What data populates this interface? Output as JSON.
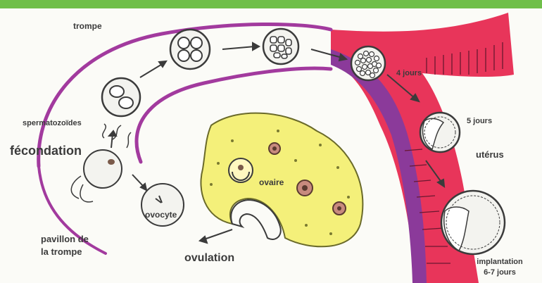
{
  "colors": {
    "top_band": "#6fbf4a",
    "tube_line": "#a23a9e",
    "uterus_pink": "#e8355a",
    "uterus_purple": "#8b3a9a",
    "ovary_fill": "#f4f07a",
    "ink": "#3b3b3b"
  },
  "labels": {
    "trompe": "trompe",
    "spermatozoides": "spermatozoïdes",
    "fecondation": "fécondation",
    "pavillon_line1": "pavillon de",
    "pavillon_line2": "la trompe",
    "ovulation": "ovulation",
    "ovaire": "ovaire",
    "ovocyte": "ovocyte",
    "stage_4": "4 jours",
    "stage_5": "5 jours",
    "uterus": "utérus",
    "implantation_line1": "implantation",
    "implantation_line2": "6-7 jours"
  },
  "icons": {
    "cell_2": "two-cell-embryo-icon",
    "cell_4": "four-cell-embryo-icon",
    "cell_8": "eight-cell-embryo-icon",
    "morula": "morula-icon",
    "blastocyst": "blastocyst-icon",
    "implanting": "implanting-blastocyst-icon"
  }
}
